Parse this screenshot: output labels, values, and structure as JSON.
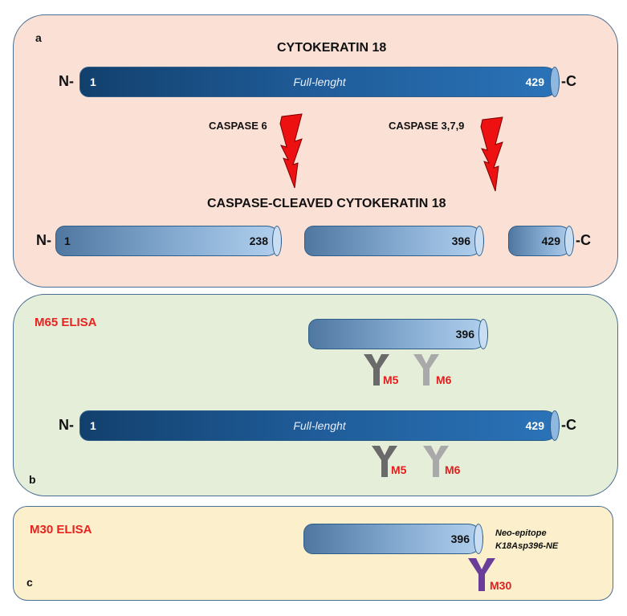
{
  "panel_a": {
    "label": "a",
    "title": "CYTOKERATIN 18",
    "full_bar": {
      "n_term": "N-",
      "c_term": "-C",
      "start": "1",
      "end": "429",
      "middle": "Full-lenght"
    },
    "caspase_left": "CASPASE 6",
    "caspase_right": "CASPASE 3,7,9",
    "cleaved_title": "CASPASE-CLEAVED CYTOKERATIN 18",
    "fragments": {
      "n_term": "N-",
      "c_term": "-C",
      "frag1_start": "1",
      "frag1_end": "238",
      "frag2_end": "396",
      "frag3_end": "429"
    }
  },
  "panel_b": {
    "label": "b",
    "assay": "M65 ELISA",
    "frag_end": "396",
    "antibody_1": "M5",
    "antibody_2": "M6",
    "full_bar": {
      "n_term": "N-",
      "c_term": "-C",
      "start": "1",
      "end": "429",
      "middle": "Full-lenght"
    },
    "antibody_3": "M5",
    "antibody_4": "M6"
  },
  "panel_c": {
    "label": "c",
    "assay": "M30 ELISA",
    "frag_end": "396",
    "neo_line1": "Neo-epitope",
    "neo_line2": "K18Asp396-NE",
    "antibody": "M30"
  },
  "colors": {
    "panel_a_bg": "#fbe0d6",
    "panel_b_bg": "#e4eed9",
    "panel_c_bg": "#fcefcb",
    "lightning": "#ee1111",
    "m5_antibody": "#6a6a6a",
    "m6_antibody": "#a9a9a9",
    "m30_antibody": "#6a3d9a",
    "label_red": "#e11e1e"
  },
  "icons": [
    "lightning-bolt-icon",
    "antibody-y-icon"
  ]
}
